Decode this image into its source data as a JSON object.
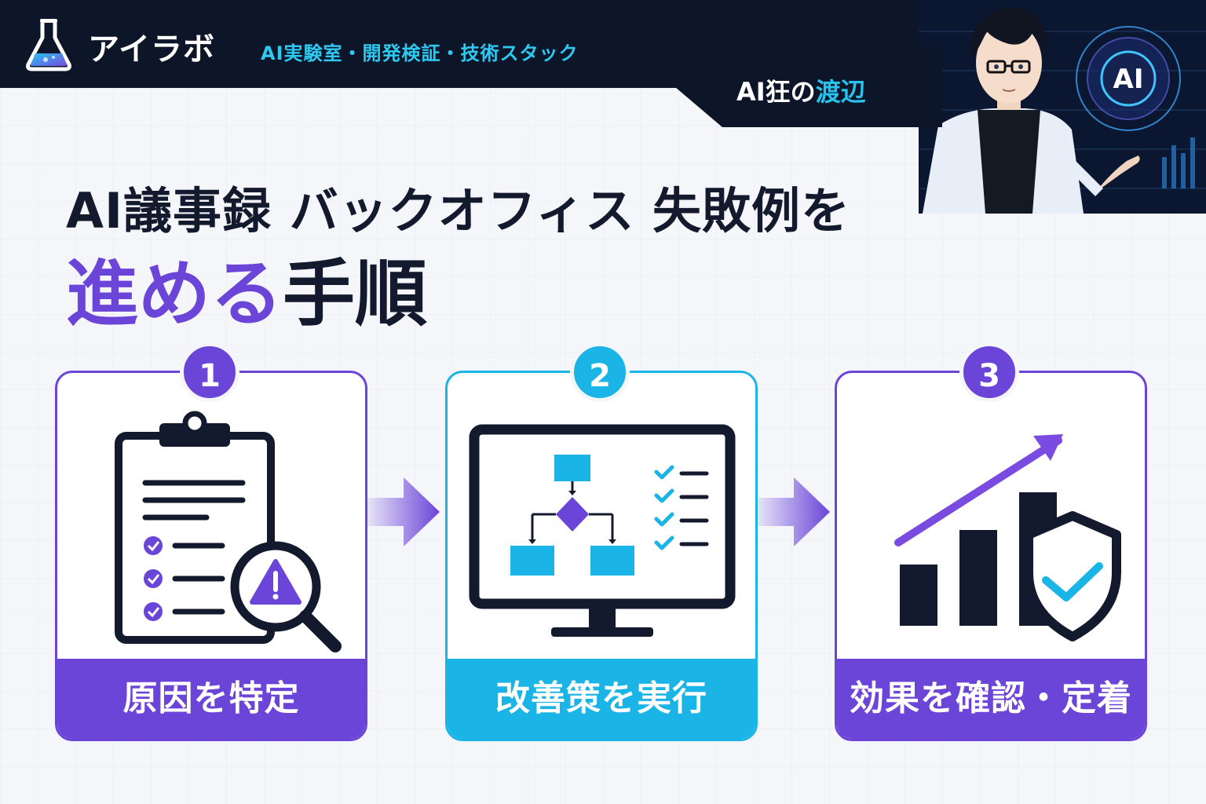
{
  "header": {
    "brand": "アイラボ",
    "tagline": "AI実験室・開発検証・技術スタック",
    "logo_icon": "flask-icon"
  },
  "author": {
    "prefix": "AI狂の",
    "name": "渡辺"
  },
  "hologram_label": "AI",
  "title": {
    "line1": "AI議事録 バックオフィス 失敗例を",
    "line2_accent": "進める",
    "line2_rest": "手順"
  },
  "steps": [
    {
      "number": "1",
      "label": "原因を特定",
      "icon": "clipboard-magnifier-warning-icon"
    },
    {
      "number": "2",
      "label": "改善策を実行",
      "icon": "monitor-flowchart-checklist-icon"
    },
    {
      "number": "3",
      "label": "効果を確認・定着",
      "icon": "growth-chart-shield-icon"
    }
  ],
  "colors": {
    "purple": "#6b44d8",
    "blue": "#1ab4e6",
    "navy": "#0d1528",
    "dark": "#141a2e"
  }
}
